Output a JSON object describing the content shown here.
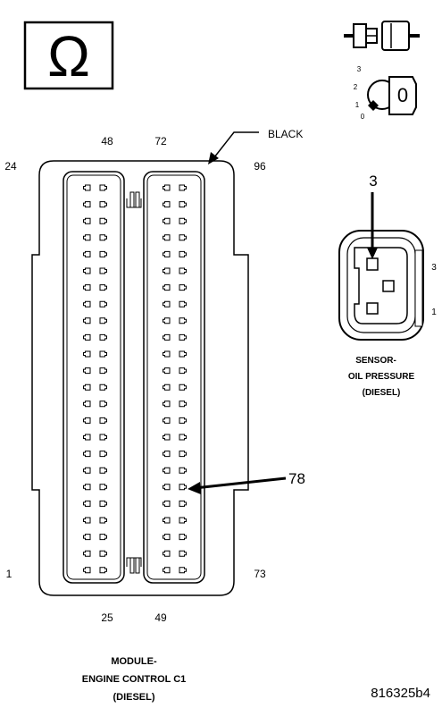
{
  "ohm_symbol": "Ω",
  "key_positions": {
    "p0": "0",
    "p1": "1",
    "p2": "2",
    "p3": "3",
    "key_face": "0"
  },
  "ecm": {
    "color_label": "BLACK",
    "pin_labels": {
      "top_left_col": "48",
      "top_right_col": "72",
      "left_top": "24",
      "right_top": "96",
      "left_bottom": "1",
      "right_bottom": "73",
      "bottom_left_col": "25",
      "bottom_right_col": "49"
    },
    "callout_pin": "78",
    "caption": [
      "MODULE-",
      "ENGINE CONTROL C1",
      "(DIESEL)"
    ]
  },
  "sensor": {
    "callout_pin": "3",
    "side_labels": {
      "top": "3",
      "bottom": "1"
    },
    "caption": [
      "SENSOR-",
      "OIL PRESSURE",
      "(DIESEL)"
    ]
  },
  "figure_id": "816325b4"
}
